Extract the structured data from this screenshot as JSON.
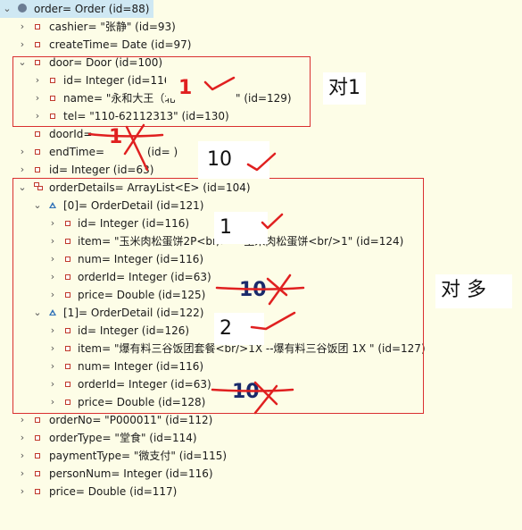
{
  "tree": {
    "root": "order= Order  (id=88)",
    "cashier": "cashier= \"张静\" (id=93)",
    "createTime": "createTime= Date  (id=97)",
    "door": "door= Door  (id=100)",
    "door_id": "id= Integer  (id=116)",
    "door_name": "name= \"永和大王（北",
    "door_name_tail": "\" (id=129)",
    "door_tel": "tel= \"110-62112313\" (id=130)",
    "doorId": "doorId= ",
    "endTime": "endTime= ",
    "endTime_tail": "  (id=  )",
    "id": "id= Integer  (id=63)",
    "orderDetails": "orderDetails= ArrayList<E>  (id=104)",
    "d0": "[0]= OrderDetail  (id=121)",
    "d0_id": "id= Integer  (id=116)",
    "d0_item": "item= \"玉米肉松蛋饼2P<br/> -- 玉米肉松蛋饼<br/>1\" (id=124)",
    "d0_num": "num= Integer  (id=116)",
    "d0_orderId": "orderId= Integer  (id=63)",
    "d0_price": "price= Double  (id=125)",
    "d1": "[1]= OrderDetail  (id=122)",
    "d1_id": "id= Integer  (id=126)",
    "d1_item": "item= \"爆有料三谷饭团套餐<br/>1X --爆有料三谷饭团 1X \" (id=127)",
    "d1_num": "num= Integer  (id=116)",
    "d1_orderId": "orderId= Integer  (id=63)",
    "d1_price": "price= Double  (id=128)",
    "orderNo": "orderNo= \"P000011\" (id=112)",
    "orderType": "orderType= \"堂食\" (id=114)",
    "paymentType": "paymentType= \"微支付\" (id=115)",
    "personNum": "personNum= Integer  (id=116)",
    "price": "price= Double  (id=117)"
  },
  "annotations": {
    "one_to_one": "对1",
    "one_to_many": "对 多",
    "door_count": "1",
    "doorId_count": "1",
    "id_count": "10",
    "d0_count": "1",
    "d0_price_count": "10",
    "d1_count": "2",
    "d1_price_count": "10"
  },
  "colors": {
    "background": "#fdfde7",
    "selection": "#cfe8f3",
    "annotation_red": "#e02020",
    "box_red": "#d93030"
  }
}
